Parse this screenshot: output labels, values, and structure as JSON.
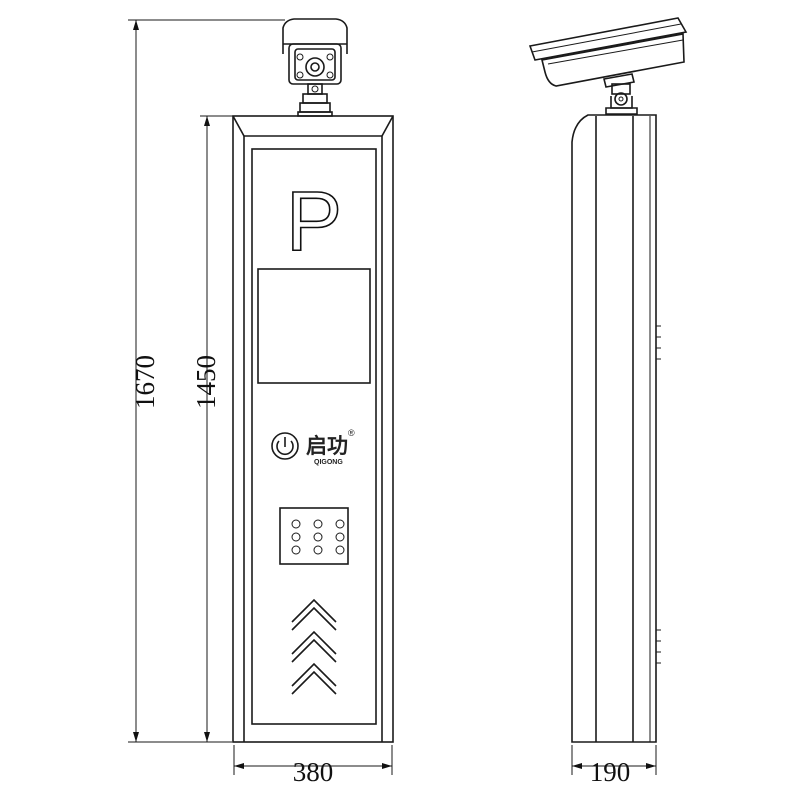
{
  "dimensions": {
    "total_height": "1670",
    "body_height": "1450",
    "front_width": "380",
    "side_depth": "190"
  },
  "panel": {
    "parking_sign": "P",
    "brand_name_cn": "启功",
    "brand_name_en": "QIGONG",
    "registered_mark": "®"
  },
  "icons": {
    "brand_logo": "power-circle-icon",
    "direction_arrows": "chevron-up-icon"
  }
}
